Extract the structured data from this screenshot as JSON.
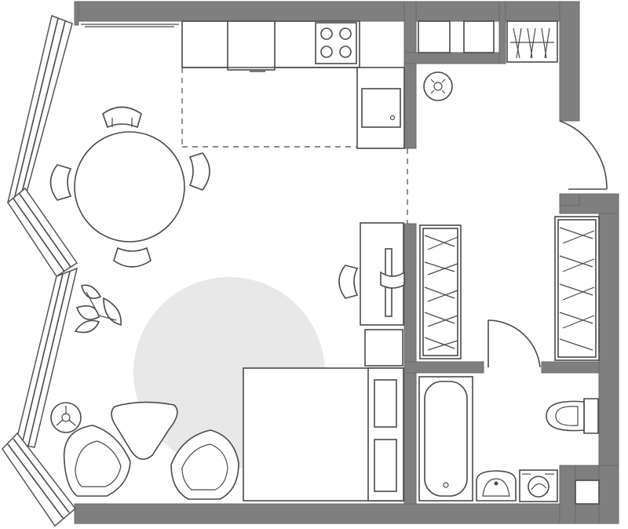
{
  "plan": {
    "type": "floor-plan",
    "rooms": [
      "living-kitchen",
      "hallway",
      "bathroom",
      "storage"
    ],
    "colors": {
      "wall": "#7f7f7f",
      "line": "#4a4a4a",
      "rug": "#e8e8e8",
      "background": "#ffffff"
    }
  }
}
